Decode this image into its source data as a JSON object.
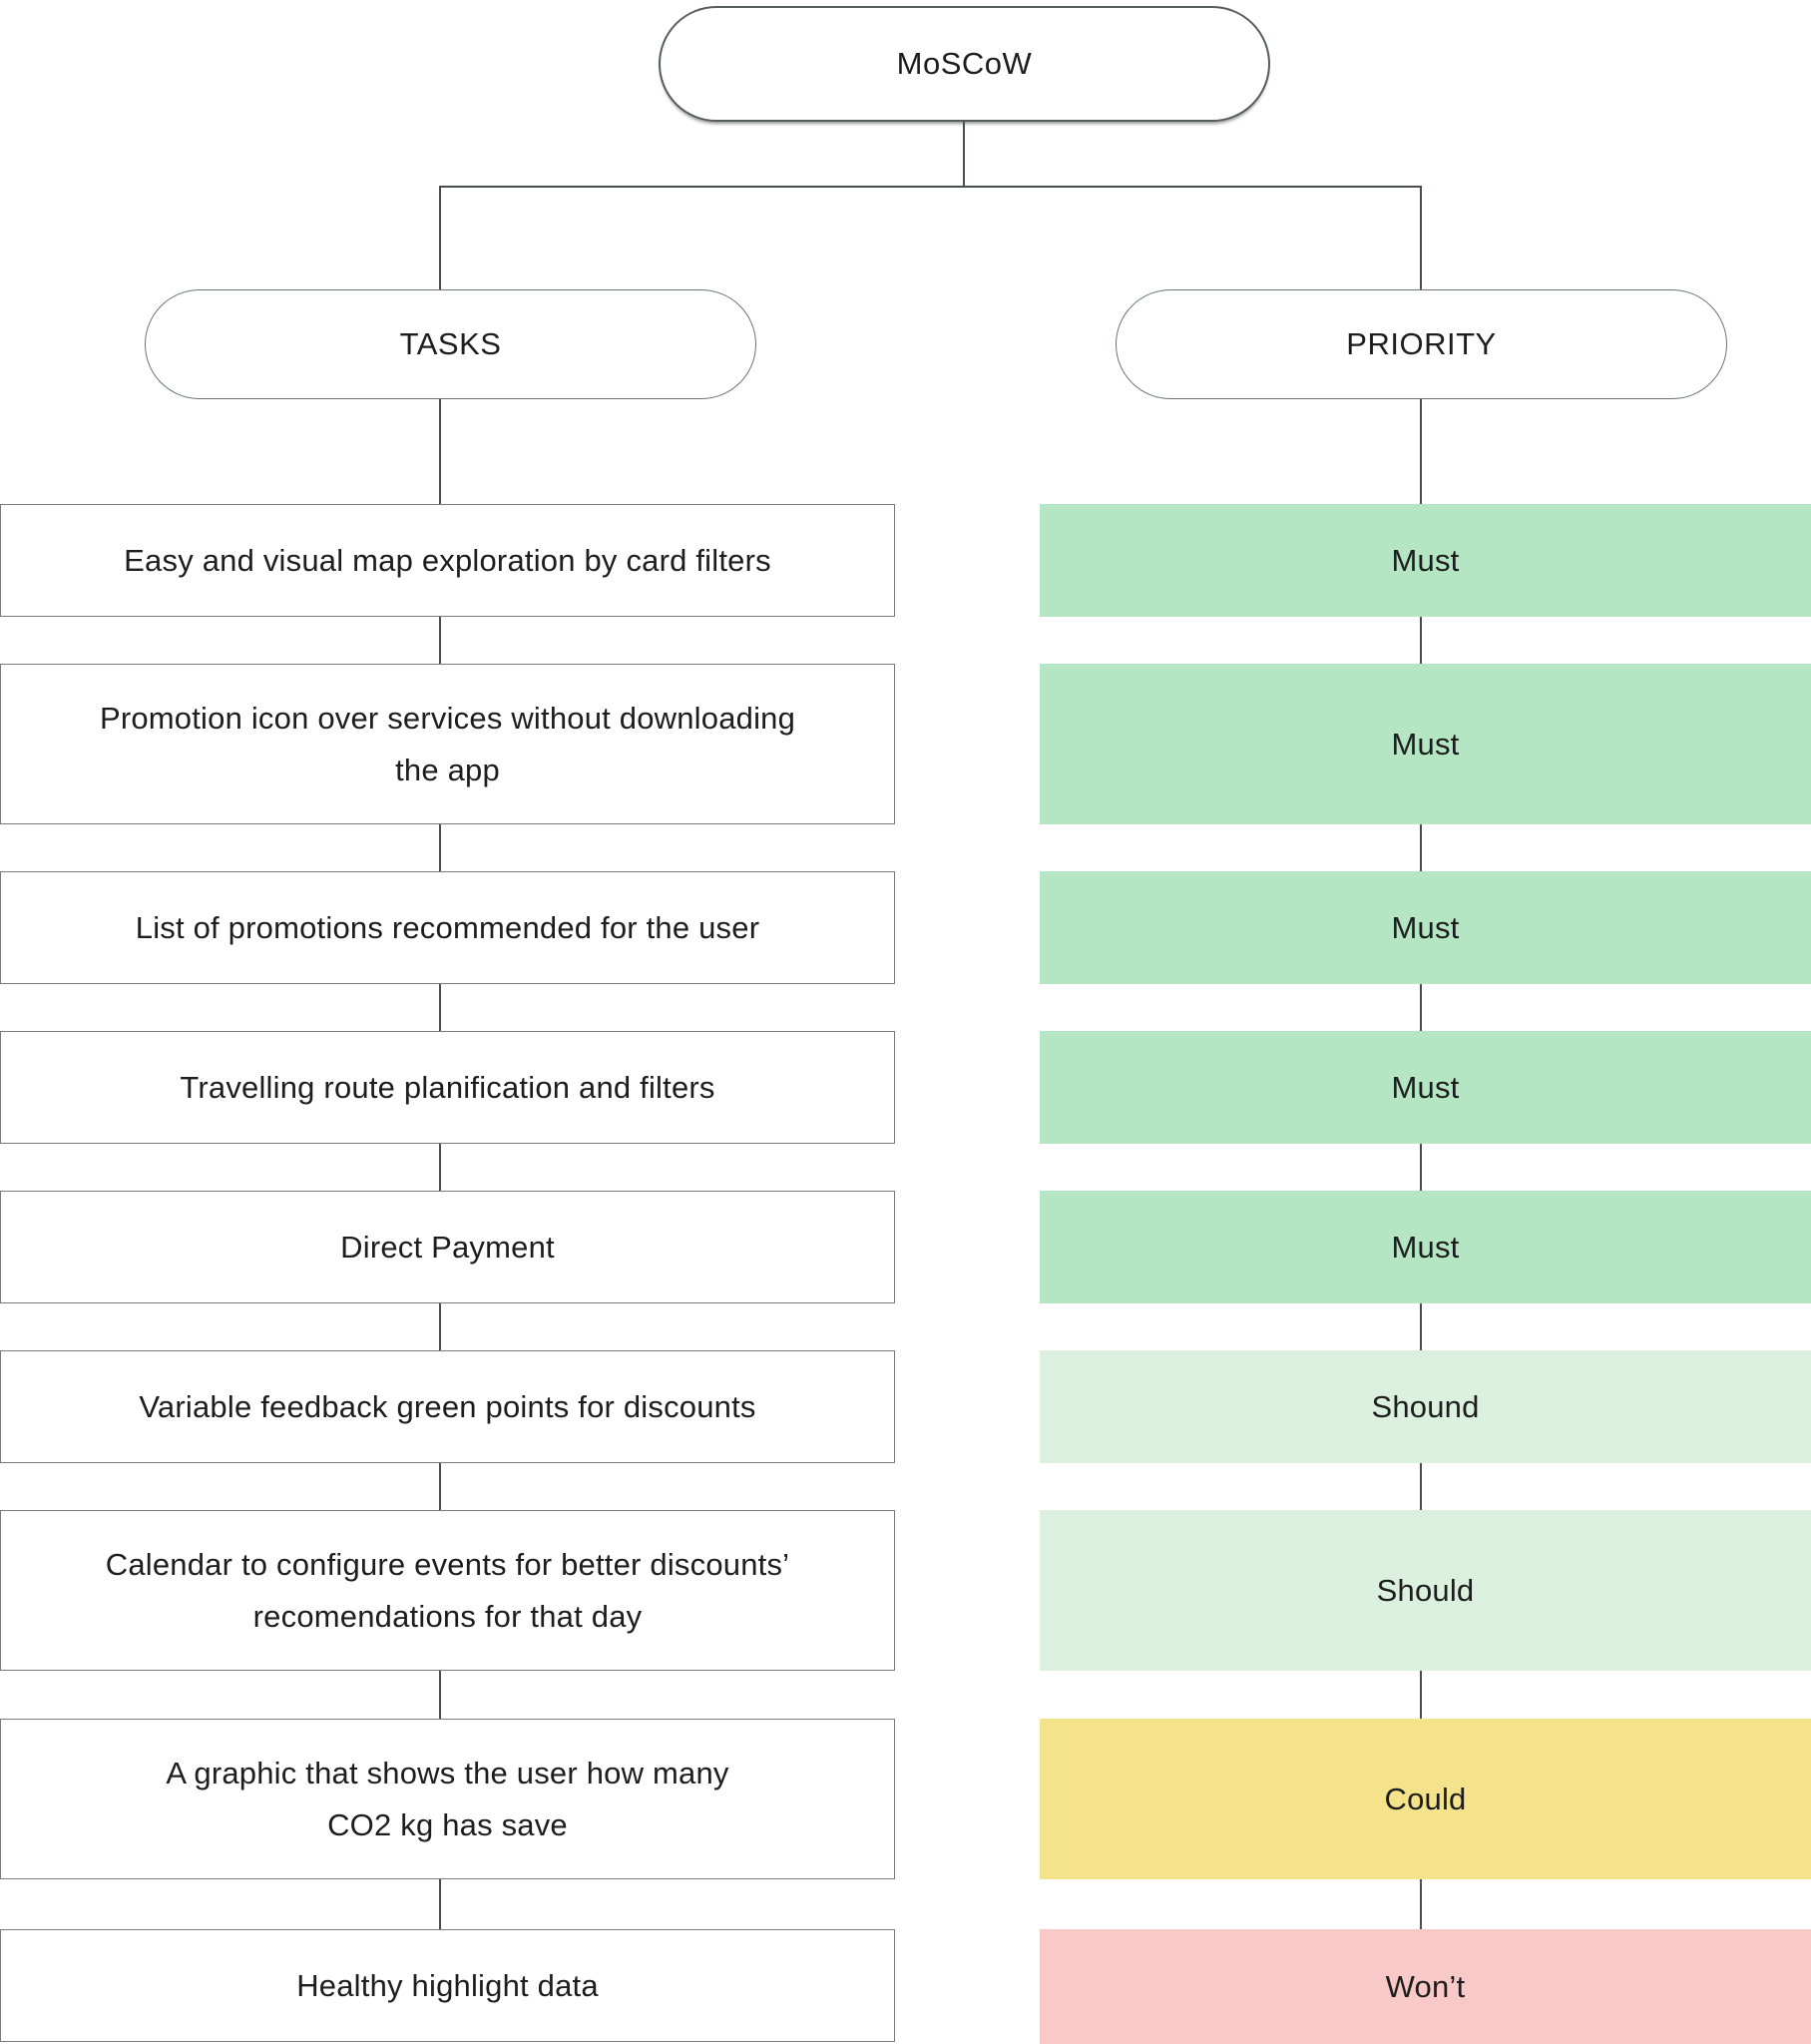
{
  "diagram": {
    "root_label": "MoSCoW",
    "tasks_header": "TASKS",
    "priority_header": "PRIORITY",
    "rows": [
      {
        "task": "Easy and visual map exploration by card filters",
        "task_lines": [
          "Easy and visual map exploration by card filters"
        ],
        "priority_label": "Must",
        "priority_level": "must"
      },
      {
        "task": "Promotion icon over services without downloading the app",
        "task_lines": [
          "Promotion icon over services without downloading",
          "the app"
        ],
        "priority_label": "Must",
        "priority_level": "must"
      },
      {
        "task": "List of promotions recommended for the user",
        "task_lines": [
          "List of promotions recommended for the user"
        ],
        "priority_label": "Must",
        "priority_level": "must"
      },
      {
        "task": "Travelling route planification and filters",
        "task_lines": [
          "Travelling route planification and filters"
        ],
        "priority_label": "Must",
        "priority_level": "must"
      },
      {
        "task": "Direct Payment",
        "task_lines": [
          "Direct Payment"
        ],
        "priority_label": "Must",
        "priority_level": "must"
      },
      {
        "task": "Variable feedback green points for discounts",
        "task_lines": [
          "Variable feedback green points for discounts"
        ],
        "priority_label": "Shound",
        "priority_level": "should"
      },
      {
        "task": "Calendar to configure events for better discounts’ recomendations for that day",
        "task_lines": [
          "Calendar to configure events for better discounts’",
          "recomendations for that day"
        ],
        "priority_label": "Should",
        "priority_level": "should"
      },
      {
        "task": "A graphic that shows the user how many CO2 kg has save",
        "task_lines": [
          "A graphic that shows the user how many",
          "CO2 kg has save"
        ],
        "priority_label": "Could",
        "priority_level": "could"
      },
      {
        "task": "Healthy highlight data",
        "task_lines": [
          "Healthy highlight data"
        ],
        "priority_label": "Won’t",
        "priority_level": "wont"
      }
    ]
  },
  "colors": {
    "must": "#b5e6c3",
    "should": "#dbf0de",
    "could": "#f4e38b",
    "wont": "#f9c9c7",
    "connector": "#474d4a",
    "task_border": "#7a7a7a",
    "pill_border": "#575d5a",
    "text": "#1d1d1d"
  }
}
